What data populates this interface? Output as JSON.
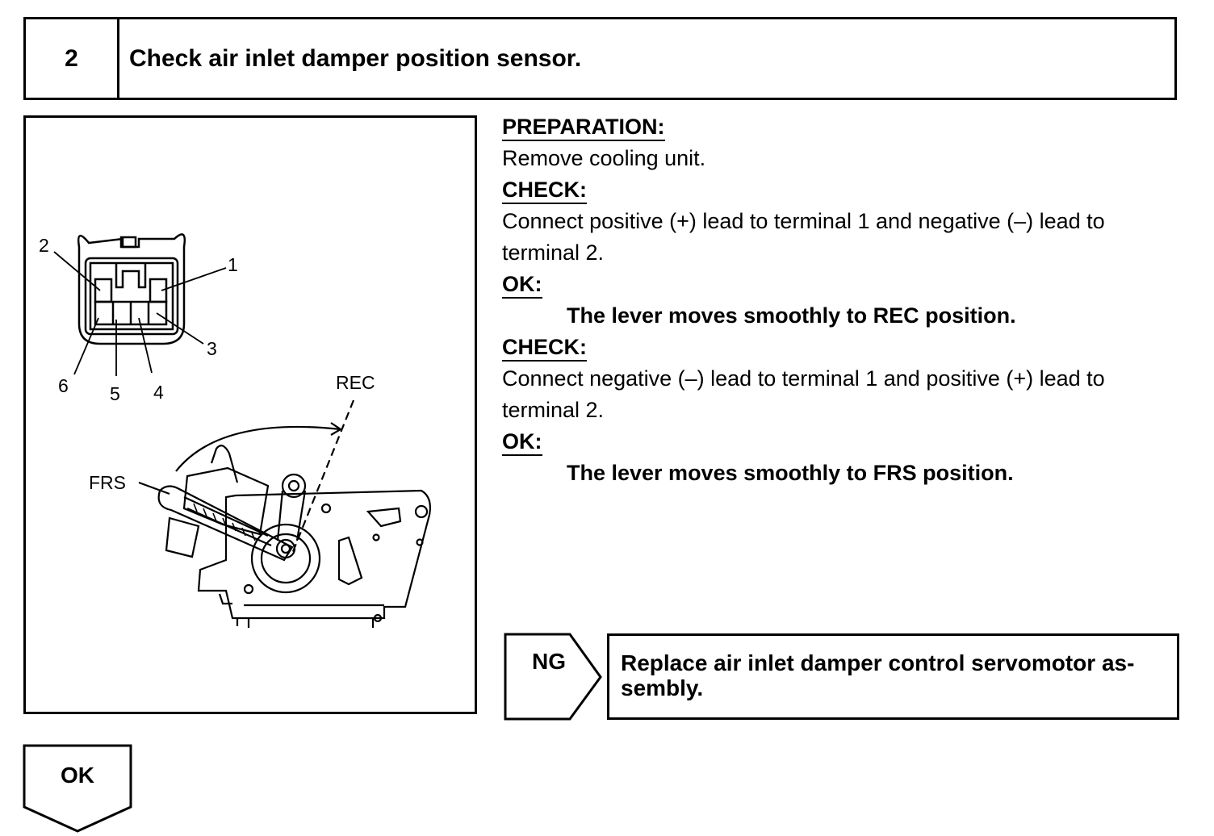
{
  "step": {
    "number": "2",
    "title": "Check air inlet damper position sensor."
  },
  "figure": {
    "terminals": [
      "1",
      "2",
      "3",
      "4",
      "5",
      "6"
    ],
    "rec_label": "REC",
    "frs_label": "FRS"
  },
  "procedure": {
    "preparation_heading": "PREPARATION:",
    "preparation_text": "Remove cooling unit.",
    "check1_heading": "CHECK:",
    "check1_line1": "Connect positive (+) lead to terminal 1 and negative (–) lead to",
    "check1_line2": "terminal 2.",
    "ok1_heading": "OK:",
    "ok1_text": "The lever moves smoothly to REC position.",
    "check2_heading": "CHECK:",
    "check2_line1": "Connect negative (–) lead to terminal 1 and positive (+) lead to",
    "check2_line2": "terminal 2.",
    "ok2_heading": "OK:",
    "ok2_text": "The lever moves smoothly to FRS position."
  },
  "ng": {
    "label": "NG",
    "result_line1": "Replace air inlet damper control servomotor as-",
    "result_line2": "sembly."
  },
  "ok": {
    "label": "OK"
  }
}
